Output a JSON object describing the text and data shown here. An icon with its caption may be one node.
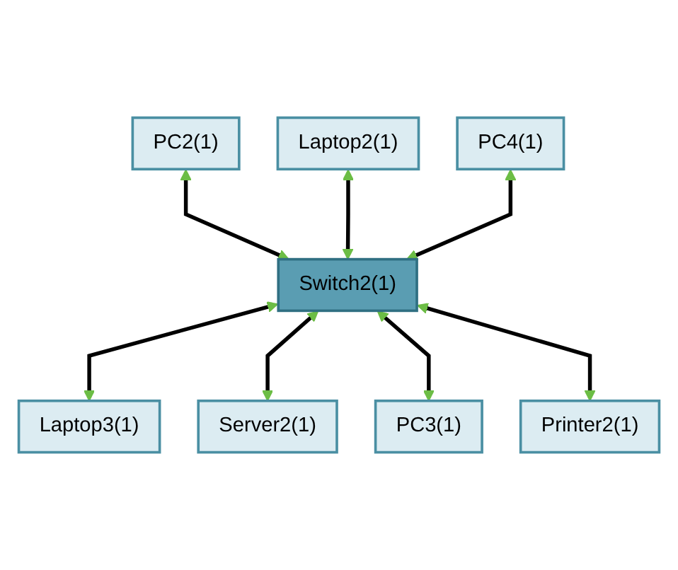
{
  "diagram": {
    "nodes": [
      {
        "text": [
          "Laptop2(1)"
        ]
      },
      {
        "text": [
          "PC2(1)"
        ]
      },
      {
        "text": [
          "PC4(1)"
        ]
      },
      {
        "text": [
          "Switch2(1)"
        ]
      },
      {
        "text": [
          "Printer2(1)"
        ]
      },
      {
        "text": [
          "Laptop3(1)"
        ]
      },
      {
        "text": [
          "PC3(1)"
        ]
      },
      {
        "text": [
          "Server2(1)"
        ]
      }
    ],
    "edges": [
      {
        "from": 1,
        "to": 3,
        "arrow": "both"
      },
      {
        "from": 0,
        "to": 3,
        "arrow": "both"
      },
      {
        "from": 2,
        "to": 3,
        "arrow": "both"
      },
      {
        "from": 3,
        "to": 5,
        "arrow": "both"
      },
      {
        "from": 3,
        "to": 7,
        "arrow": "both"
      },
      {
        "from": 3,
        "to": 6,
        "arrow": "both"
      },
      {
        "from": 3,
        "to": 4,
        "arrow": "both"
      }
    ]
  }
}
